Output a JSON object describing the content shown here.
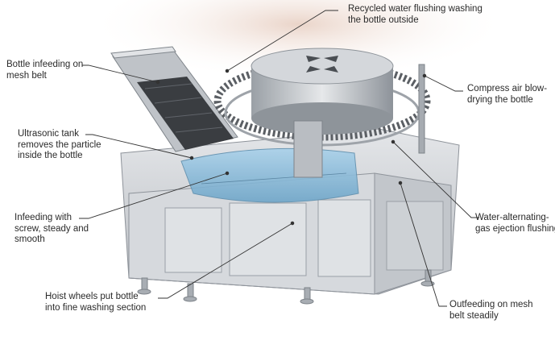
{
  "callouts": [
    {
      "id": "recycled-water",
      "lines": [
        "Recycled water flushing washing",
        "the bottle outside"
      ]
    },
    {
      "id": "bottle-infeeding",
      "lines": [
        "Bottle infeeding on",
        "mesh belt"
      ]
    },
    {
      "id": "compress-air",
      "lines": [
        "Compress air blow-",
        "drying the bottle"
      ]
    },
    {
      "id": "ultrasonic-tank",
      "lines": [
        "Ultrasonic tank",
        "removes the particle",
        "inside the bottle"
      ]
    },
    {
      "id": "infeeding-screw",
      "lines": [
        "Infeeding with",
        "screw, steady and",
        "smooth"
      ]
    },
    {
      "id": "water-alternating",
      "lines": [
        "Water-alternating-",
        "gas ejection flushing"
      ]
    },
    {
      "id": "hoist-wheels",
      "lines": [
        "Hoist wheels put bottle",
        "into fine washing section"
      ]
    },
    {
      "id": "outfeeding",
      "lines": [
        "Outfeeding on mesh",
        "belt steadily"
      ]
    }
  ],
  "colors": {
    "machine_body": "#cfd2d6",
    "machine_shadow": "#9ea3a9",
    "tank_water": "#8fbfdc",
    "leader_line": "#333333",
    "background_glow": "#e9d2c6"
  }
}
